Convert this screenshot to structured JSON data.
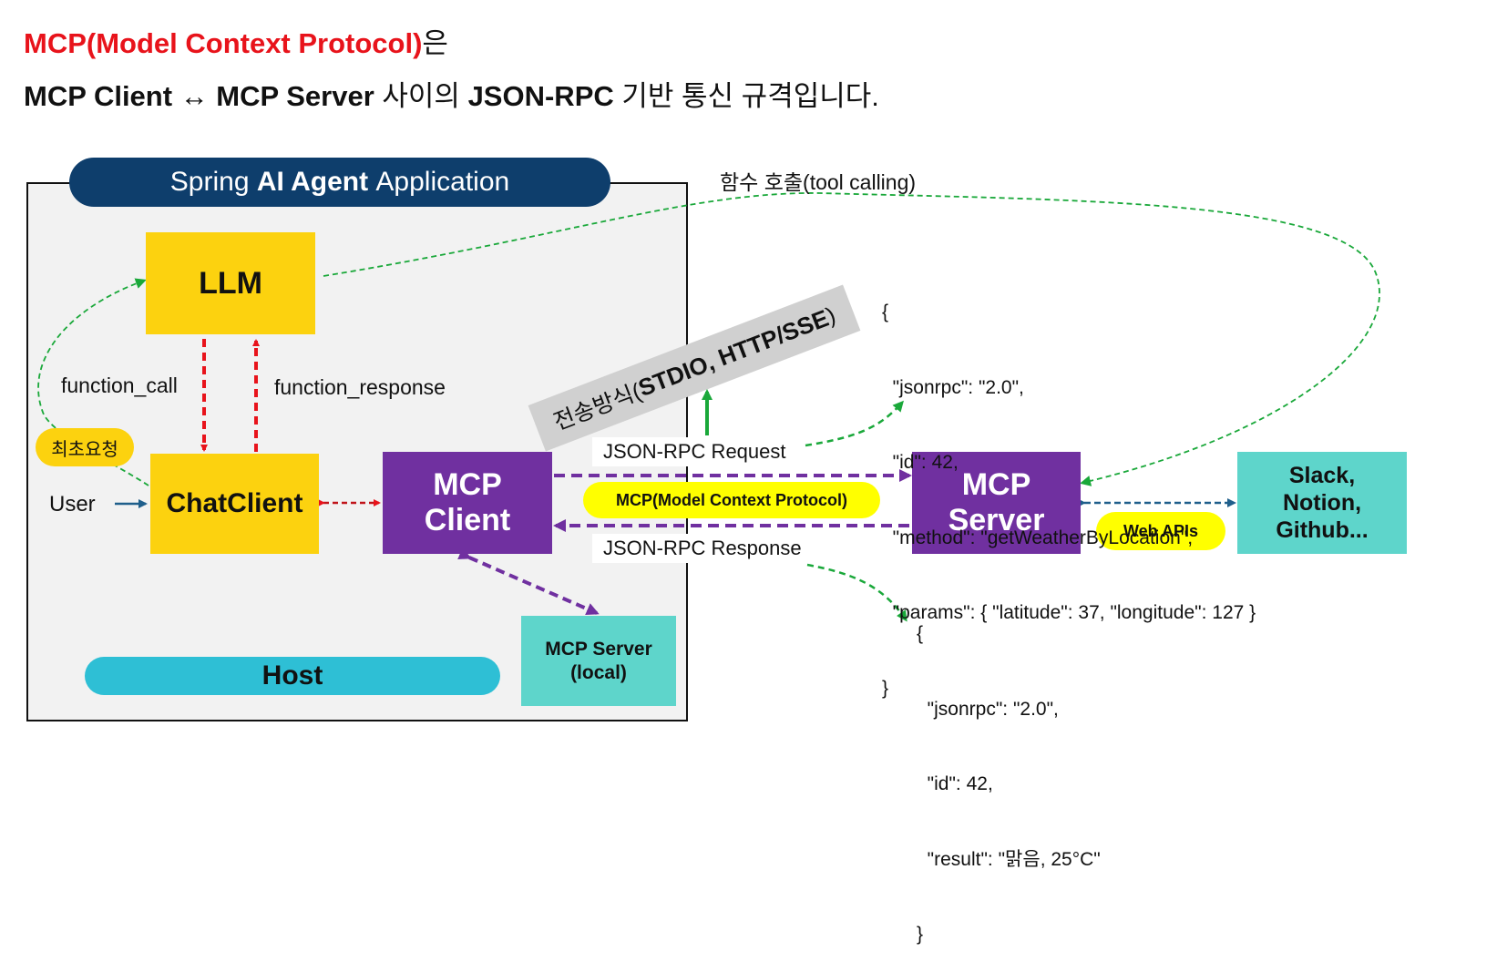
{
  "heading": {
    "line1_red": "MCP(Model Context Protocol)",
    "line1_tail": "은",
    "line2_client": "MCP Client",
    "line2_arrow": " ↔ ",
    "line2_server": "MCP Server",
    "line2_mid": " 사이의 ",
    "line2_json": "JSON-RPC",
    "line2_end": " 기반 통신 규격입니다."
  },
  "app": {
    "title_pre": "Spring ",
    "title_bold": "AI Agent",
    "title_post": " Application",
    "host": "Host"
  },
  "nodes": {
    "llm": "LLM",
    "chatclient": "ChatClient",
    "mcp_client_l1": "MCP",
    "mcp_client_l2": "Client",
    "mcp_server_l1": "MCP",
    "mcp_server_l2": "Server",
    "mcp_local_l1": "MCP Server",
    "mcp_local_l2": "(local)",
    "slack_l1": "Slack,",
    "slack_l2": "Notion,",
    "slack_l3": "Github..."
  },
  "labels": {
    "function_call": "function_call",
    "function_response": "function_response",
    "first_request": "최초요청",
    "user": "User",
    "tool_calling": "함수 호출(tool calling)",
    "rpc_request": "JSON-RPC Request",
    "rpc_response": "JSON-RPC Response",
    "protocol_pill": "MCP(Model Context Protocol)",
    "web_apis": "Web APIs",
    "transport_pre": "전송방식(",
    "transport_bold": "STDIO, HTTP/SSE",
    "transport_post": ")"
  },
  "request_json": [
    "{",
    "  \"jsonrpc\": \"2.0\",",
    "  \"id\": 42,",
    "  \"method\": \"getWeatherByLocation\",",
    "  \"params\": { \"latitude\": 37, \"longitude\": 127 }",
    "}"
  ],
  "response_json": [
    "{",
    "  \"jsonrpc\": \"2.0\",",
    "  \"id\": 42,",
    "  \"result\": \"맑음, 25°C\"",
    "}"
  ],
  "colors": {
    "heading_red": "#e8131b",
    "navy": "#0e3e6c",
    "yellow": "#fcd20f",
    "purple": "#7030a0",
    "teal": "#5ed5cb",
    "host_cyan": "#2ebfd5",
    "arrow_red": "#e8131b",
    "arrow_green": "#1aa83a",
    "arrow_blue": "#1f5f8b"
  }
}
